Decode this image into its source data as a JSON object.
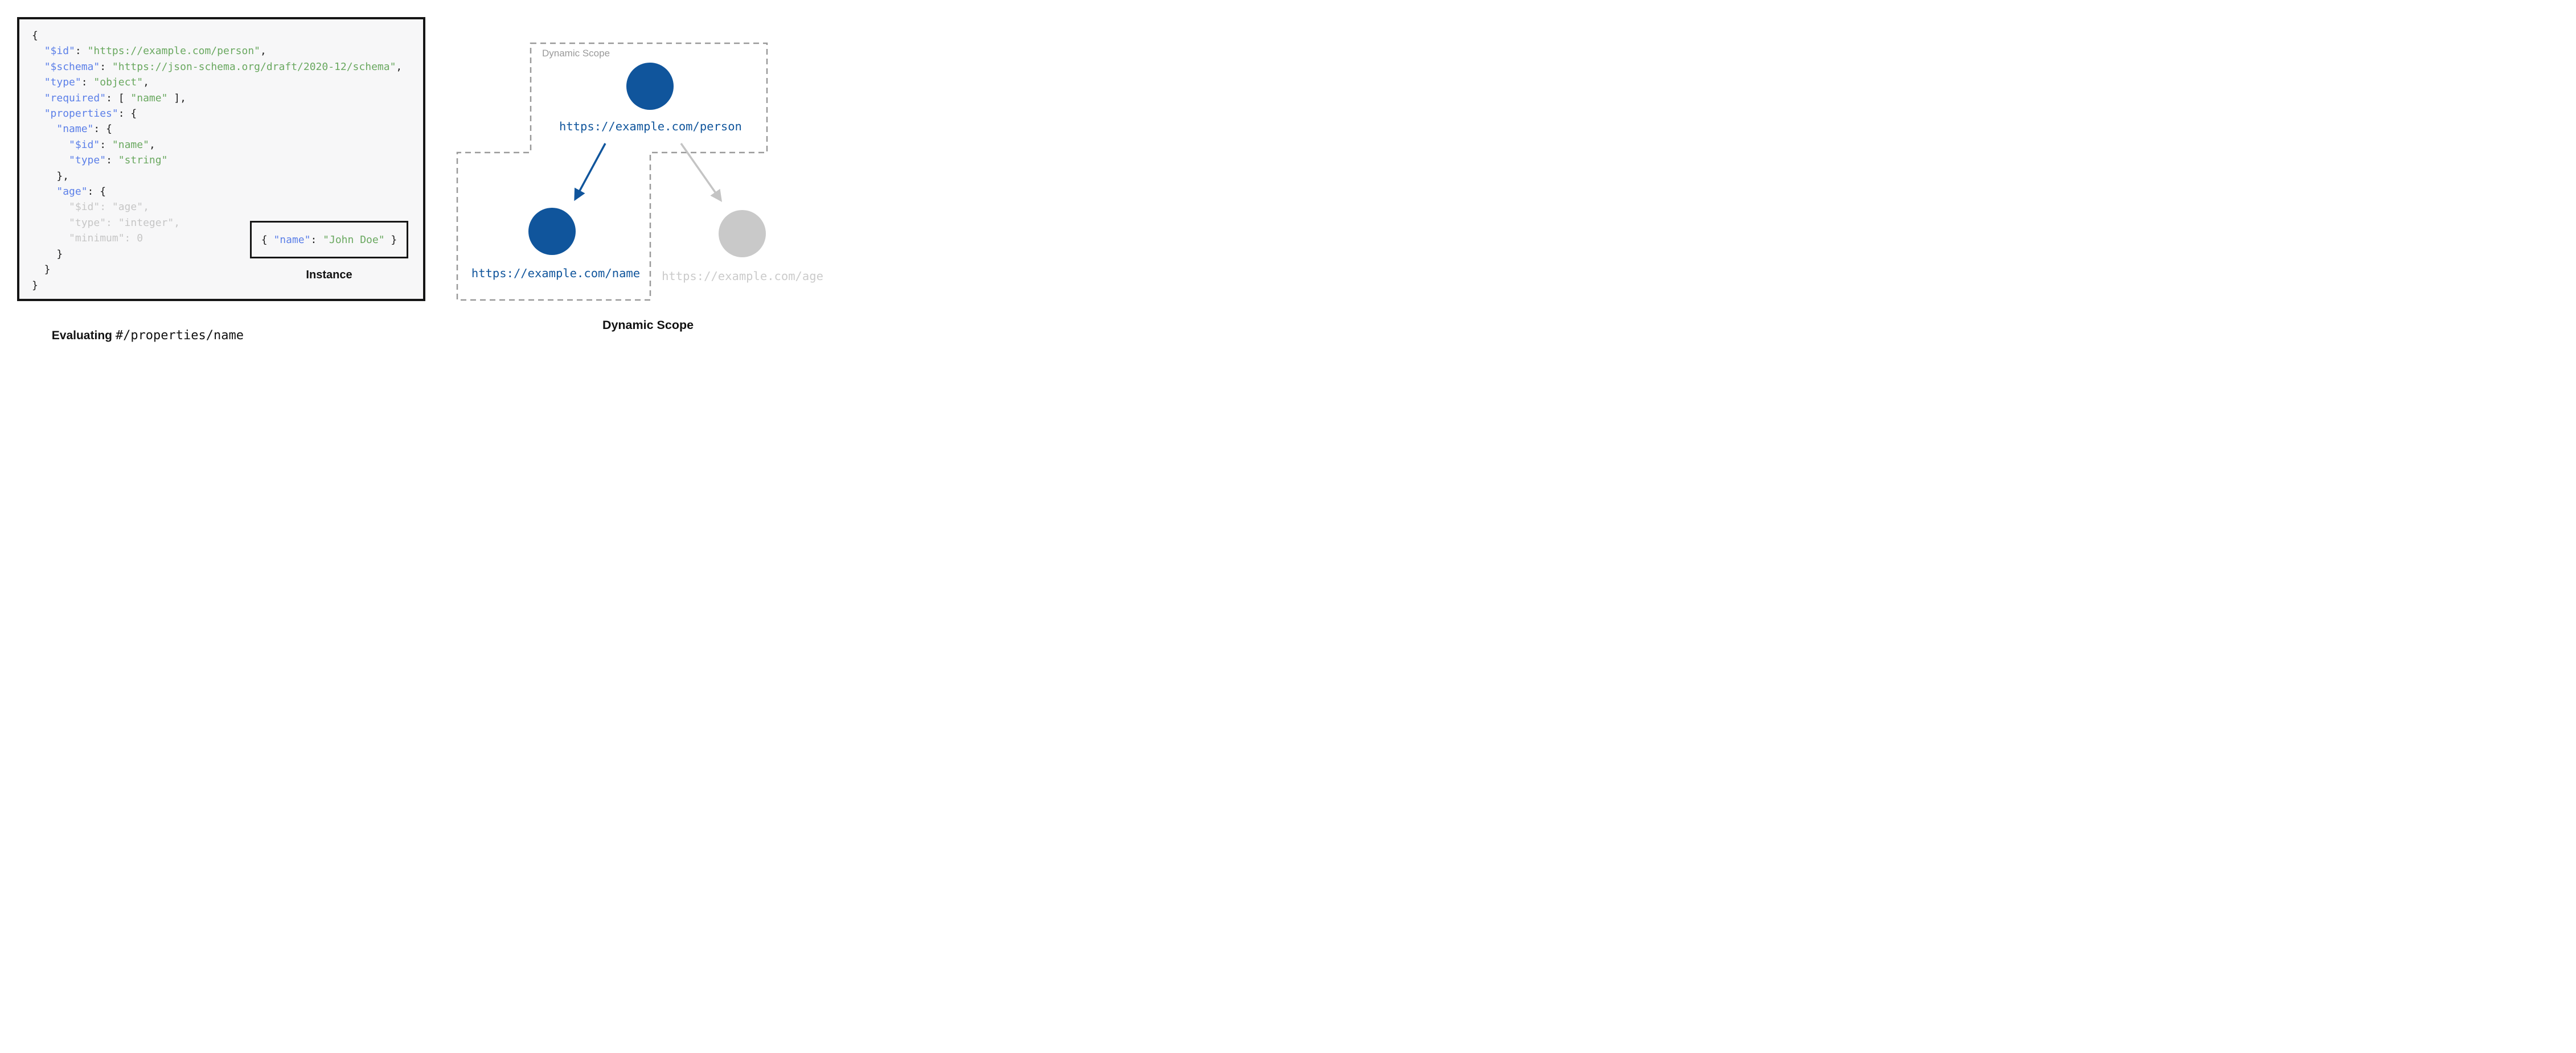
{
  "page": {
    "background": "#ffffff"
  },
  "colors": {
    "node_blue": "#10559c",
    "key_blue": "#5b7fe8",
    "string_green": "#69a85f",
    "code_black": "#1c1c1c",
    "muted_gray": "#c9c9c9",
    "dashed_border_gray": "#999999",
    "code_box_background": "#f7f7f8"
  },
  "left_panel": {
    "code_lines": [
      [
        [
          "{",
          "p"
        ]
      ],
      [
        [
          "  ",
          "p"
        ],
        [
          "\"$id\"",
          "k"
        ],
        [
          ": ",
          "p"
        ],
        [
          "\"https://example.com/person\"",
          "s"
        ],
        [
          ",",
          "p"
        ]
      ],
      [
        [
          "  ",
          "p"
        ],
        [
          "\"$schema\"",
          "k"
        ],
        [
          ": ",
          "p"
        ],
        [
          "\"https://json-schema.org/draft/2020-12/schema\"",
          "s"
        ],
        [
          ",",
          "p"
        ]
      ],
      [
        [
          "  ",
          "p"
        ],
        [
          "\"type\"",
          "k"
        ],
        [
          ": ",
          "p"
        ],
        [
          "\"object\"",
          "s"
        ],
        [
          ",",
          "p"
        ]
      ],
      [
        [
          "  ",
          "p"
        ],
        [
          "\"required\"",
          "k"
        ],
        [
          ": [ ",
          "p"
        ],
        [
          "\"name\"",
          "s"
        ],
        [
          " ],",
          "p"
        ]
      ],
      [
        [
          "  ",
          "p"
        ],
        [
          "\"properties\"",
          "k"
        ],
        [
          ": {",
          "p"
        ]
      ],
      [
        [
          "    ",
          "p"
        ],
        [
          "\"name\"",
          "k"
        ],
        [
          ": {",
          "p"
        ]
      ],
      [
        [
          "      ",
          "p"
        ],
        [
          "\"$id\"",
          "k"
        ],
        [
          ": ",
          "p"
        ],
        [
          "\"name\"",
          "s"
        ],
        [
          ",",
          "p"
        ]
      ],
      [
        [
          "      ",
          "p"
        ],
        [
          "\"type\"",
          "k"
        ],
        [
          ": ",
          "p"
        ],
        [
          "\"string\"",
          "s"
        ]
      ],
      [
        [
          "    },",
          "p"
        ]
      ],
      [
        [
          "    ",
          "p"
        ],
        [
          "\"age\"",
          "k"
        ],
        [
          ": {",
          "p"
        ]
      ],
      [
        [
          "      \"$id\": \"age\",",
          "d"
        ]
      ],
      [
        [
          "      \"type\": \"integer\",",
          "d"
        ]
      ],
      [
        [
          "      \"minimum\": 0",
          "d"
        ]
      ],
      [
        [
          "    }",
          "p"
        ]
      ],
      [
        [
          "  }",
          "p"
        ]
      ],
      [
        [
          "}",
          "p"
        ]
      ]
    ],
    "instance": {
      "code": [
        [
          "{ ",
          "p"
        ],
        [
          "\"name\"",
          "k"
        ],
        [
          ": ",
          "p"
        ],
        [
          "\"John Doe\"",
          "s"
        ],
        [
          " }",
          "p"
        ]
      ],
      "label": "Instance"
    },
    "caption": {
      "bold": "Evaluating",
      "path": "#/properties/name"
    }
  },
  "right_panel": {
    "scope_label": "Dynamic Scope",
    "nodes": {
      "person": {
        "url": "https://example.com/person",
        "state": "active"
      },
      "name": {
        "url": "https://example.com/name",
        "state": "active"
      },
      "age": {
        "url": "https://example.com/age",
        "state": "inactive"
      }
    },
    "caption": "Dynamic Scope"
  }
}
